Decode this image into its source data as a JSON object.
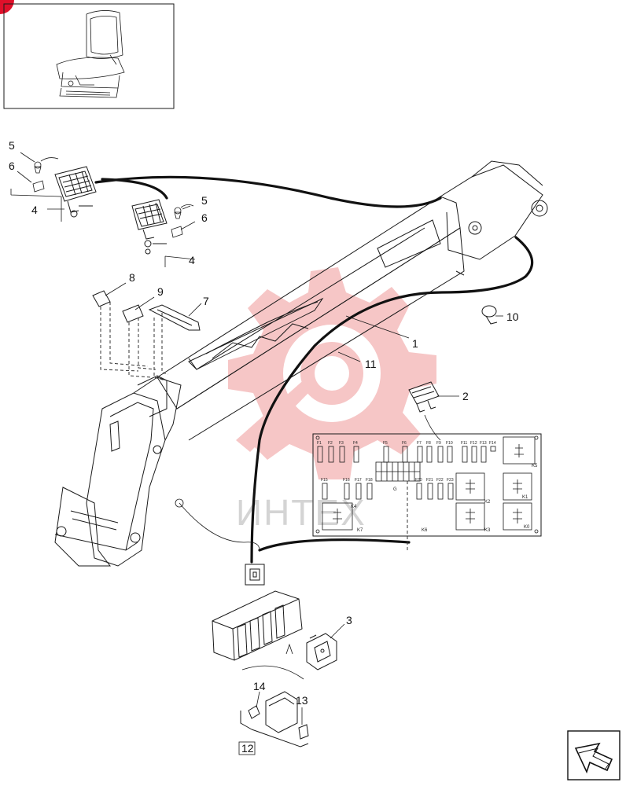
{
  "callouts": {
    "c1": "1",
    "c2": "2",
    "c3": "3",
    "c4a": "4",
    "c4b": "4",
    "c5a": "5",
    "c5b": "5",
    "c6a": "6",
    "c6b": "6",
    "c7": "7",
    "c8": "8",
    "c9": "9",
    "c10": "10",
    "c11": "11",
    "c12": "12",
    "c13": "13",
    "c14": "14"
  },
  "fusebox": {
    "top_fuses": [
      "F1",
      "F2",
      "F3",
      "F4",
      "F5",
      "F6",
      "F7",
      "F8",
      "F9",
      "F10",
      "F11",
      "F12",
      "F13",
      "F14"
    ],
    "mid_fuses": [
      "F15",
      "F16",
      "F17",
      "F18"
    ],
    "right_fuses": [
      "F20",
      "F21",
      "F22",
      "F23"
    ],
    "relays": [
      "K5",
      "K4",
      "K2",
      "K1",
      "K7",
      "K6",
      "K3",
      "K0"
    ],
    "center_label": "G"
  },
  "watermark": "ИНТЕХ",
  "colors": {
    "watermark_logo": "#f3b3b3",
    "badge": "#e0102a"
  }
}
